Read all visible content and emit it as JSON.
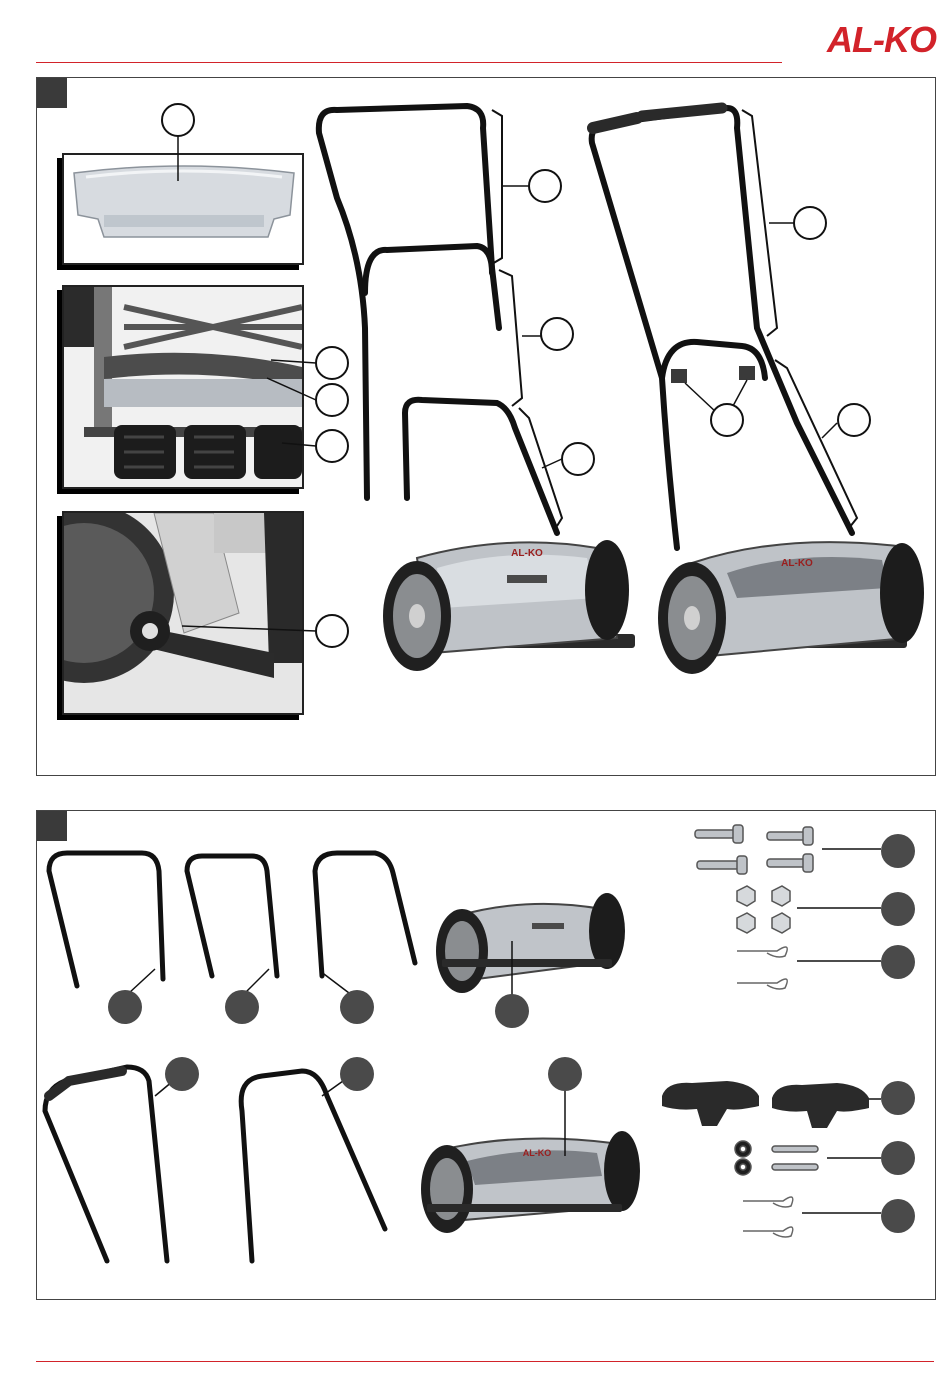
{
  "header": {
    "brand": "AL-KO",
    "brand_color": "#d2232a"
  },
  "figures": [
    {
      "id": "figure-1",
      "insets": [
        "grass-catcher-detail",
        "cutting-cylinder-detail",
        "height-adjustment-detail"
      ],
      "variants": [
        "mower-three-piece-handle",
        "mower-two-piece-handle"
      ],
      "icons": [
        "lawn-mower-icon",
        "handle-icon",
        "bolt-icon",
        "nut-icon",
        "clip-icon",
        "knob-icon"
      ]
    },
    {
      "id": "figure-2",
      "parts": [
        "upper-handle",
        "middle-handle",
        "lower-handle",
        "mower-body",
        "bolts",
        "nuts",
        "spring-clips",
        "star-knobs",
        "screws-washers"
      ]
    }
  ]
}
